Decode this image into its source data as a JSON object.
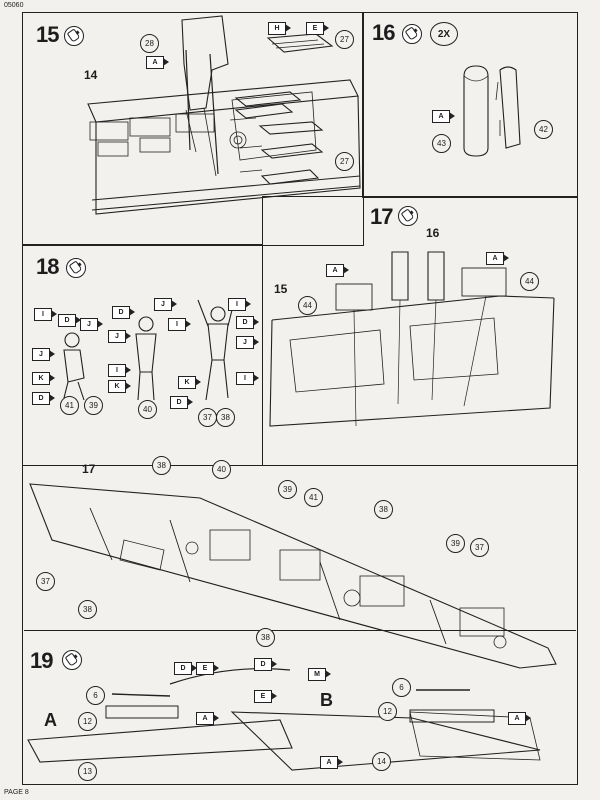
{
  "header": {
    "code": "05060"
  },
  "footer": {
    "page": "PAGE 8"
  },
  "steps": {
    "s15": {
      "number": "15",
      "label": "14",
      "parts": [
        "28",
        "27",
        "27"
      ],
      "flags": [
        "A",
        "H",
        "E"
      ]
    },
    "s16": {
      "number": "16",
      "multiplier": "2X",
      "parts": [
        "43",
        "42"
      ],
      "flags": [
        "A"
      ]
    },
    "s17": {
      "number": "17",
      "label_top": "16",
      "label_side": "15",
      "parts": [
        "44",
        "44"
      ],
      "flags": [
        "A",
        "A"
      ]
    },
    "s18": {
      "number": "18",
      "parts": [
        "41",
        "39",
        "40",
        "37",
        "38"
      ],
      "flags": [
        "I",
        "D",
        "J",
        "J",
        "K",
        "D",
        "D",
        "J",
        "J",
        "I",
        "I",
        "K",
        "D",
        "I",
        "D",
        "J",
        "K",
        "I"
      ]
    },
    "assembly": {
      "label": "17",
      "parts": [
        "38",
        "40",
        "39",
        "41",
        "38",
        "39",
        "37",
        "37",
        "38",
        "38"
      ]
    },
    "s19": {
      "number": "19",
      "section_a": "A",
      "section_b": "B",
      "parts": [
        "6",
        "12",
        "13",
        "6",
        "12",
        "14"
      ],
      "flags": [
        "D",
        "E",
        "D",
        "M",
        "E",
        "A",
        "A",
        "A"
      ]
    }
  }
}
